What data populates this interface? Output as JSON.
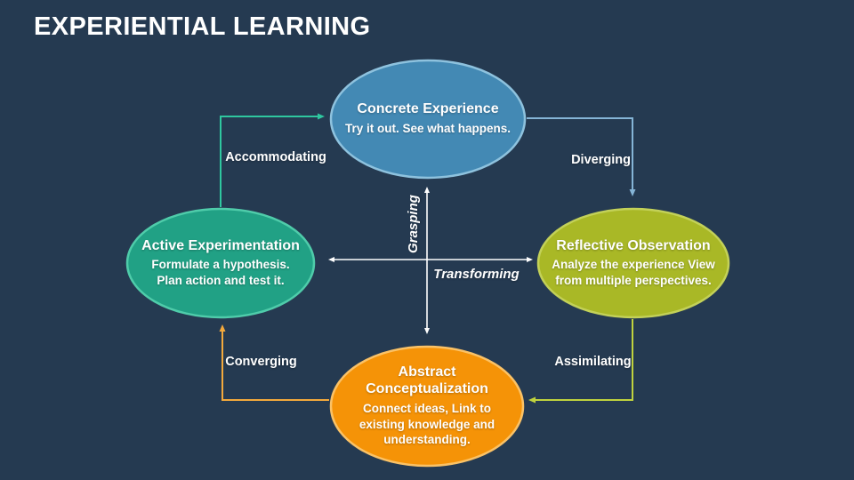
{
  "slide": {
    "title": "EXPERIENTIAL LEARNING",
    "background_color": "#253a51",
    "title_color": "#ffffff"
  },
  "nodes": {
    "concrete": {
      "title": "Concrete Experience",
      "desc": "Try it out. See what happens.",
      "fill": "#4389b4",
      "border": "#8ec2de"
    },
    "reflective": {
      "title": "Reflective Observation",
      "desc": "Analyze the experience View from multiple perspectives.",
      "fill": "#a9b826",
      "border": "#c3d158"
    },
    "abstract": {
      "title": "Abstract Conceptualization",
      "desc": "Connect ideas, Link to existing knowledge and understanding.",
      "fill": "#f59307",
      "border": "#fbc266"
    },
    "active": {
      "title": "Active Experimentation",
      "desc": "Formulate a hypothesis. Plan action and test it.",
      "fill": "#21a185",
      "border": "#4fccaa"
    }
  },
  "connectors": {
    "accommodating": {
      "label": "Accommodating",
      "color": "#2fc79f"
    },
    "diverging": {
      "label": "Diverging",
      "color": "#85b4d6"
    },
    "assimilating": {
      "label": "Assimilating",
      "color": "#c0d23e"
    },
    "converging": {
      "label": "Converging",
      "color": "#f3a93c"
    }
  },
  "axes": {
    "vertical_label": "Grasping",
    "horizontal_label": "Transforming",
    "color": "#ffffff"
  }
}
